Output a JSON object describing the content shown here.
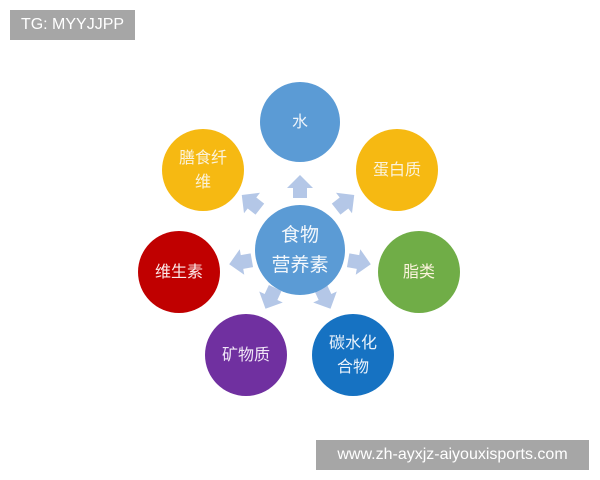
{
  "watermark_top": "TG: MYYJJPP",
  "watermark_bottom": "www.zh-ayxjz-aiyouxisports.com",
  "diagram": {
    "center": {
      "line1": "食物",
      "line2": "营养素",
      "color": "#5b9bd5"
    },
    "nodes": [
      {
        "id": "water",
        "line1": "水",
        "line2": "",
        "color": "#5b9bd5"
      },
      {
        "id": "protein",
        "line1": "蛋白质",
        "line2": "",
        "color": "#f6b912"
      },
      {
        "id": "fat",
        "line1": "脂类",
        "line2": "",
        "color": "#70ad47"
      },
      {
        "id": "carbohydrate",
        "line1": "碳水化",
        "line2": "合物",
        "color": "#1672c2"
      },
      {
        "id": "mineral",
        "line1": "矿物质",
        "line2": "",
        "color": "#7030a0"
      },
      {
        "id": "vitamin",
        "line1": "维生素",
        "line2": "",
        "color": "#c00000"
      },
      {
        "id": "dietary-fiber",
        "line1": "膳食纤",
        "line2": "维",
        "color": "#f6b912"
      }
    ],
    "arrow_color": "#b4c7e7"
  }
}
